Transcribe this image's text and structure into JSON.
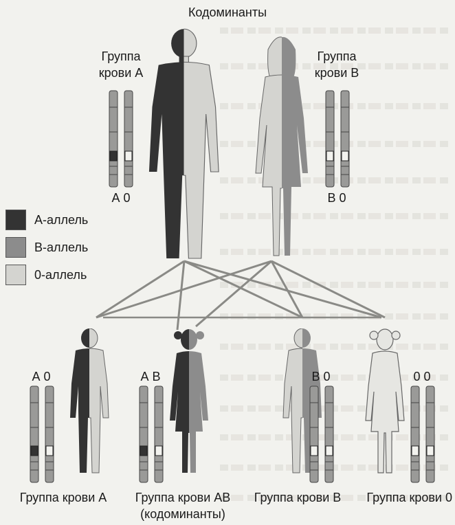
{
  "title": "Кодоминанты",
  "colors": {
    "a_allele": "#333333",
    "b_allele": "#8c8c8c",
    "o_allele": "#d4d4d0",
    "outline": "#555555"
  },
  "legend": [
    {
      "label": "А-аллель",
      "color": "#333333"
    },
    {
      "label": "В-аллель",
      "color": "#8c8c8c"
    },
    {
      "label": "0-аллель",
      "color": "#d4d4d0"
    }
  ],
  "parents": {
    "father": {
      "group_label_line1": "Группа",
      "group_label_line2": "крови А",
      "alleles": "А 0"
    },
    "mother": {
      "group_label_line1": "Группа",
      "group_label_line2": "крови В",
      "alleles": "В 0"
    }
  },
  "children": [
    {
      "alleles": "А 0",
      "caption": "Группа крови А"
    },
    {
      "alleles": "А В",
      "caption": "Группа крови АВ",
      "note": "(кодоминанты)"
    },
    {
      "alleles": "В 0",
      "caption": "Группа крови В"
    },
    {
      "alleles": "0 0",
      "caption": "Группа крови 0"
    }
  ]
}
